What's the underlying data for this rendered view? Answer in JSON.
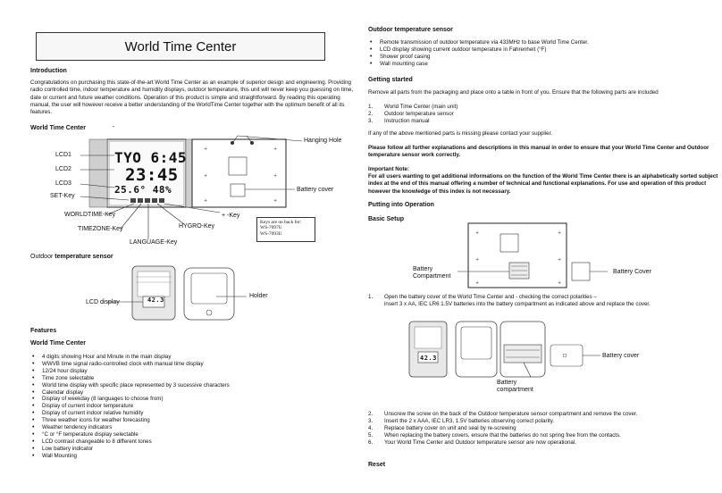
{
  "left": {
    "title": "World Time Center",
    "intro_heading": "Introduction",
    "intro_text": "Congratulations on purchasing this state-of-the-art World Time Center as an example of superior design and engineering. Providing radio controlled time, indoor temperature and humidity displays, outdoor temperature, this unit will never keep you guessing on time, date or current and future weather conditions. Operation of this product is simple and straightforward. By reading this operating manual, the user will however receive a better understanding of the WorldTime Center together with the optimum benefit of all its features.",
    "wtc_heading": "World Time Center",
    "wtc_dash": "-",
    "diagram_labels": {
      "lcd1": "LCD1",
      "lcd2": "LCD2",
      "lcd3": "LCD3",
      "set_key": "SET-Key",
      "worldtime_key": "WORLDTIME-Key",
      "timezone_key": "TIMEZONE-Key",
      "language_key": "LANGUAGE-Key",
      "hygro_key": "HYGRO-Key",
      "plus_key": "+ -Key",
      "hanging_hole": "Hanging Hole",
      "battery_cover": "Battery cover"
    },
    "lcd_values": {
      "line1": "TYO 6:45",
      "line2": "23:45",
      "line3": "25.6° 48%"
    },
    "keys_box": {
      "line1": "Keys are on back for:",
      "line2": "WS-7097U",
      "line3": "WS-7093U"
    },
    "outdoor_heading_pre": "Outdoor ",
    "outdoor_heading_bold": "temperature sensor",
    "sensor_labels": {
      "lcd_display": "LCD display",
      "holder": "Holder"
    },
    "sensor_reading": "42.3",
    "features_heading": "Features",
    "features_sub": "World Time Center",
    "features": [
      "4 digits showing Hour and Minute in the main display",
      "WWVB time signal radio-controlled clock with manual time display",
      "12/24 hour display",
      "Time zone selectable",
      "World time display with specific place represented by 3 sucessive characters",
      "Calendar display",
      "Display of weekday (8 languages to choose from)",
      "Display of current indoor temperature",
      "Display of current indoor relative humidity",
      "Three weather icons for weather forecasting",
      "Weather tendency indicators",
      "°C or °F temperature display selectable",
      "LCD contrast changeable to 8 different tones",
      "Low battery indicator",
      "Wall Mounting"
    ]
  },
  "right": {
    "outdoor_heading": "Outdoor temperature sensor",
    "outdoor_features": [
      "Remote transmission of outdoor temperature via 433MHz to base World Time Center.",
      "LCD display showing current outdoor temperature in Fahrenheit (°F)",
      "Shower proof casing",
      "Wall mounting case"
    ],
    "getting_started_heading": "Getting started",
    "getting_started_text": "Remove all parts from the packaging and place onto a table in front of you. Ensure that the following parts are included",
    "parts": [
      {
        "num": "1.",
        "text": "World Time Center (main unit)"
      },
      {
        "num": "2.",
        "text": "Outdoor temperature sensor"
      },
      {
        "num": "3.",
        "text": "Instruction manual"
      }
    ],
    "missing_text": "If any of the above mentioned parts is missing please contact your supplier.",
    "follow_text": "Please follow all further explanations and descriptions in this manual in order to ensure that your World Time Center and Outdoor temperature sensor work correctly.",
    "important_heading": "Important Note:",
    "important_text": "For all users wanting to get additional informations on the function of the World Time Center there is an alphabetically sorted subject index at the end of this manual offering a number of technical and functional explanations. For use and operation of this product however the knowledge of this index is not necessary.",
    "putting_heading": "Putting into Operation",
    "basic_heading": "Basic Setup",
    "fig1_labels": {
      "battery_compartment": "Battery\nCompartment",
      "battery_cover": "Battery Cover"
    },
    "step1_num": "1.",
    "step1_text": "Open the battery cover of the World Time Center and - checking the correct polarities –",
    "step1_text2": "insert 3 x AA, IEC LR6 1.5V batteries into the battery compartment as indicated above and replace the cover.",
    "fig2_labels": {
      "battery_cover": "Battery cover",
      "battery_compartment": "Battery\ncompartment"
    },
    "fig2_reading": "42.3",
    "steps": [
      {
        "num": "2.",
        "text": "Unscrew the screw on the back of the Outdoor temperature sensor compartment and remove the cover."
      },
      {
        "num": "3.",
        "text": "Insert the 2 x AAA, IEC LR3, 1.5V batteries observing correct polarity."
      },
      {
        "num": "4.",
        "text": "Replace battery cover on unit and seal by re-screwing"
      },
      {
        "num": "5.",
        "text": "When replacing the battery covers, ensure that the batteries do not spring free from the contacts."
      },
      {
        "num": "6.",
        "text": "Your World Time Center and Outdoor temperature sensor are now operational."
      }
    ],
    "reset_heading": "Reset"
  }
}
